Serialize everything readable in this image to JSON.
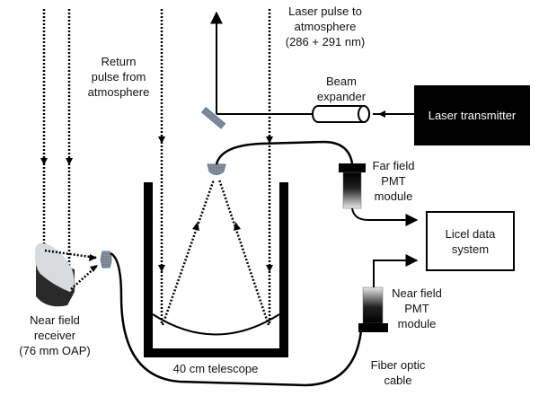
{
  "diagram": {
    "title": "Lidar receiver and transmitter schematic",
    "labels": {
      "return_pulse": [
        "Return",
        "pulse from",
        "atmosphere"
      ],
      "laser_pulse": [
        "Laser pulse to",
        "atmosphere",
        "(286 + 291 nm)"
      ],
      "beam_expander": [
        "Beam",
        "expander"
      ],
      "laser_transmitter": "Laser transmitter",
      "far_field_pmt": [
        "Far field",
        "PMT",
        "module"
      ],
      "licel": [
        "Licel data",
        "system"
      ],
      "near_field_pmt": [
        "Near field",
        "PMT",
        "module"
      ],
      "fiber_optic": [
        "Fiber optic",
        "cable"
      ],
      "near_field_receiver": [
        "Near field",
        "receiver",
        "(76 mm OAP)"
      ],
      "telescope": "40 cm  telescope"
    },
    "components": [
      {
        "id": "laser-transmitter",
        "kind": "box-filled"
      },
      {
        "id": "beam-expander",
        "kind": "cylinder"
      },
      {
        "id": "steering-mirror",
        "kind": "mirror"
      },
      {
        "id": "telescope",
        "kind": "newtonian-telescope"
      },
      {
        "id": "far-field-fiber-coupler",
        "kind": "fiber-coupler"
      },
      {
        "id": "near-field-receiver",
        "kind": "off-axis-parabola"
      },
      {
        "id": "near-field-fiber-coupler",
        "kind": "fiber-coupler"
      },
      {
        "id": "far-field-pmt",
        "kind": "pmt"
      },
      {
        "id": "near-field-pmt",
        "kind": "pmt"
      },
      {
        "id": "licel-data-system",
        "kind": "box-outline"
      }
    ],
    "colors": {
      "ink": "#000000",
      "mirror_fill": "#8a8f96",
      "mirror_edge": "#4a7fb5",
      "oap_face": "#d9dcdf",
      "oap_body": "#2a2a2a"
    }
  }
}
